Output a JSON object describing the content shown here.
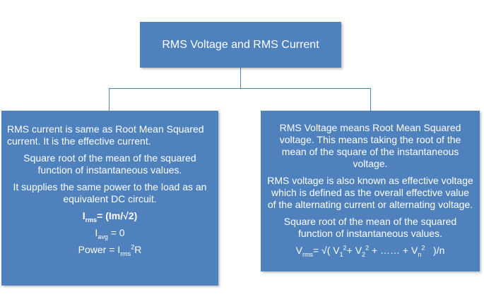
{
  "title": "RMS Voltage and RMS Current",
  "left": {
    "p1": "RMS current is same as Root Mean Squared current. It is the effective current.",
    "p2": "Square root of the mean of the squared function of instantaneous values.",
    "p3": "It supplies the same power to the load as an equivalent DC circuit.",
    "irms_I": "I",
    "irms_sub": "rms",
    "irms_rest": "= (Im/√2)",
    "iavg_I": "I",
    "iavg_sub": "avg",
    "iavg_rest": " = 0",
    "power_prefix": "Power = I",
    "power_sub": "rms",
    "power_sup": "2",
    "power_suffix": "R"
  },
  "right": {
    "p1": "RMS Voltage means Root Mean Squared voltage. This means taking the root of the mean of the square of the instantaneous voltage.",
    "p2": "RMS voltage is also known as effective voltage which is defined as the overall effective value of the alternating current or alternating voltage.",
    "p3": "Square root of the mean of the squared function of instantaneous values.",
    "vrms_V": "V",
    "vrms_sub": "rms",
    "vrms_eq": "= √( V",
    "v1_sub": "1",
    "v1_sup": "2",
    "plus1": "+ V",
    "v2_sub": "2",
    "v2_sup": "2",
    "dots": " + …… + V",
    "vn_sub": "n",
    "vn_sup": "2",
    "tail": "   )/n"
  },
  "colors": {
    "box": "#4f81bd",
    "text": "#ffffff"
  }
}
